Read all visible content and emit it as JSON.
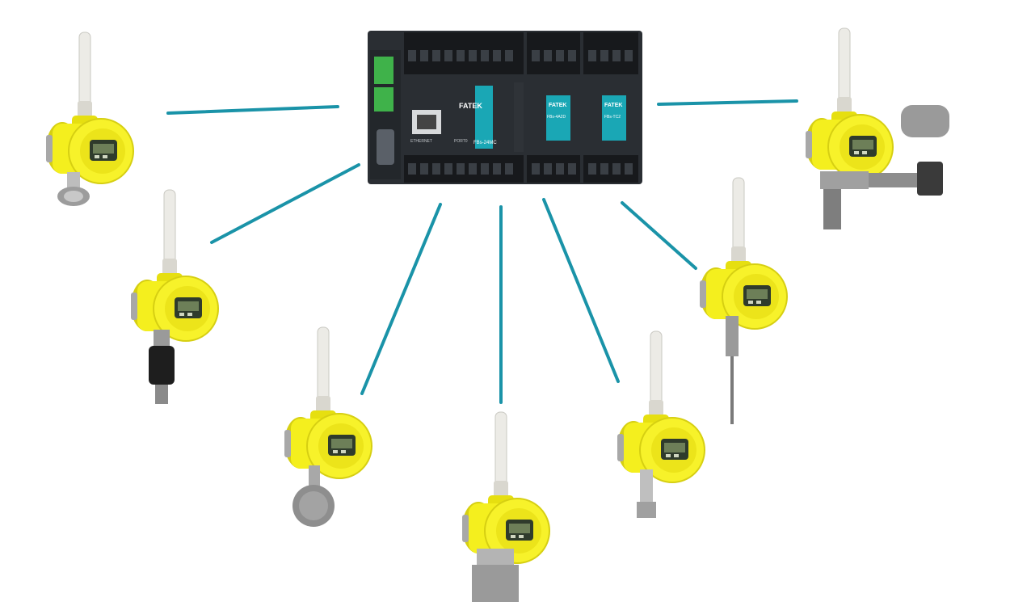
{
  "plc": {
    "brand_label": "FATEK",
    "module_labels": [
      "FATEK",
      "FATEK"
    ],
    "model_label": "FBs-24MC",
    "module_models": [
      "FBs-4A2D",
      "FBs-TC2"
    ],
    "port_label": "PORT0",
    "ethernet_label": "ETHERNET"
  },
  "colors": {
    "link_line": "#1a93a8",
    "transmitter_body": "#f4ef1e",
    "transmitter_shadow": "#d6cf12",
    "antenna": "#ecebe6",
    "plc_body": "#2a2e33",
    "plc_terminal": "#17191c",
    "plc_led_teal": "#1aa7b5"
  },
  "nodes": [
    {
      "id": "transmitter-1",
      "icon": "wireless-transmitter-icon",
      "sensor": "pressure-cap"
    },
    {
      "id": "transmitter-2",
      "icon": "wireless-transmitter-icon",
      "sensor": "pressure-black"
    },
    {
      "id": "transmitter-3",
      "icon": "wireless-transmitter-icon",
      "sensor": "diaphragm-seal"
    },
    {
      "id": "transmitter-4",
      "icon": "wireless-transmitter-icon",
      "sensor": "differential-pressure"
    },
    {
      "id": "transmitter-5",
      "icon": "wireless-transmitter-icon",
      "sensor": "pressure-inline"
    },
    {
      "id": "transmitter-6",
      "icon": "wireless-transmitter-icon",
      "sensor": "temperature-probe"
    },
    {
      "id": "transmitter-7",
      "icon": "wireless-transmitter-icon",
      "sensor": "valve-actuator"
    }
  ]
}
